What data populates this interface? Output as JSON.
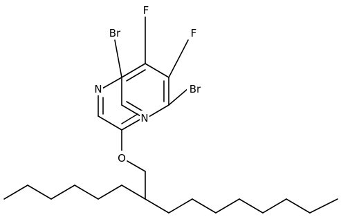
{
  "structure": {
    "atom_labels": {
      "bromine_upper": "Br",
      "bromine_lower": "Br",
      "fluorine_left": "F",
      "fluorine_right": "F",
      "nitrogen_left": "N",
      "nitrogen_right": "N",
      "oxygen": "O"
    },
    "colors": {
      "bond": "#000000",
      "label": "#000000",
      "background": "#ffffff"
    }
  }
}
